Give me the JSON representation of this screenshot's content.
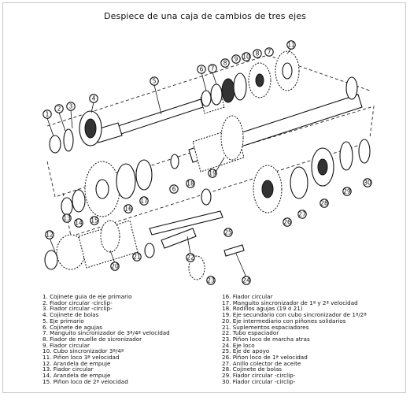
{
  "title": "Despiece de una caja de cambios de tres ejes",
  "legend_left": [
    "1. Cojinete guia de eje primario",
    "2. Fiador circular -circlip-",
    "3. Fiador circular -circlip-",
    "4. Cojinete de bolas",
    "5. Eje primario",
    "6. Cojinete de agujas",
    "7. Manguito sincronizador de 3ª/4ª velocidad",
    "8. Fiador de muelle de sicronizador",
    "9. Fiador circular",
    "10. Cubo sincronizador 3ª/4ª",
    "11. Piñon loco 3ª velocidad",
    "12. Arandela de empuje",
    "13. Fiador circular",
    "14. Arandela de empuje",
    "15. Piñon loco de 2ª velocidad"
  ],
  "legend_right": [
    "16. Fiador circular",
    "17. Manguito sincronizador de 1ª y 2ª velocidad",
    "18. Rodillos agujas (19 ó 21)",
    "19. Eje secundario con cubo sincronizador de 1ª/2ª",
    "20. Eje intermediario con piñones solidarios",
    "21. Suplementos espaciadores",
    "22. Tubo espaciador",
    "23. Piñon loco de marcha atras",
    "24. Eje loco",
    "25. Eje de apoyo",
    "26. Piñon loco de 1ª velocidad",
    "27. Anillo colector de aceite",
    "28. Cojinete de bolas",
    "29. Fiador circular -circlip-",
    "30. Fiador circular -circlip-"
  ],
  "callouts": [
    "1",
    "2",
    "3",
    "4",
    "5",
    "6",
    "7",
    "8",
    "9",
    "10",
    "8",
    "7",
    "11",
    "12",
    "13",
    "14",
    "15",
    "16",
    "17",
    "18",
    "19",
    "6",
    "20",
    "21",
    "22",
    "23",
    "24",
    "25",
    "26",
    "27",
    "28",
    "29",
    "30"
  ]
}
